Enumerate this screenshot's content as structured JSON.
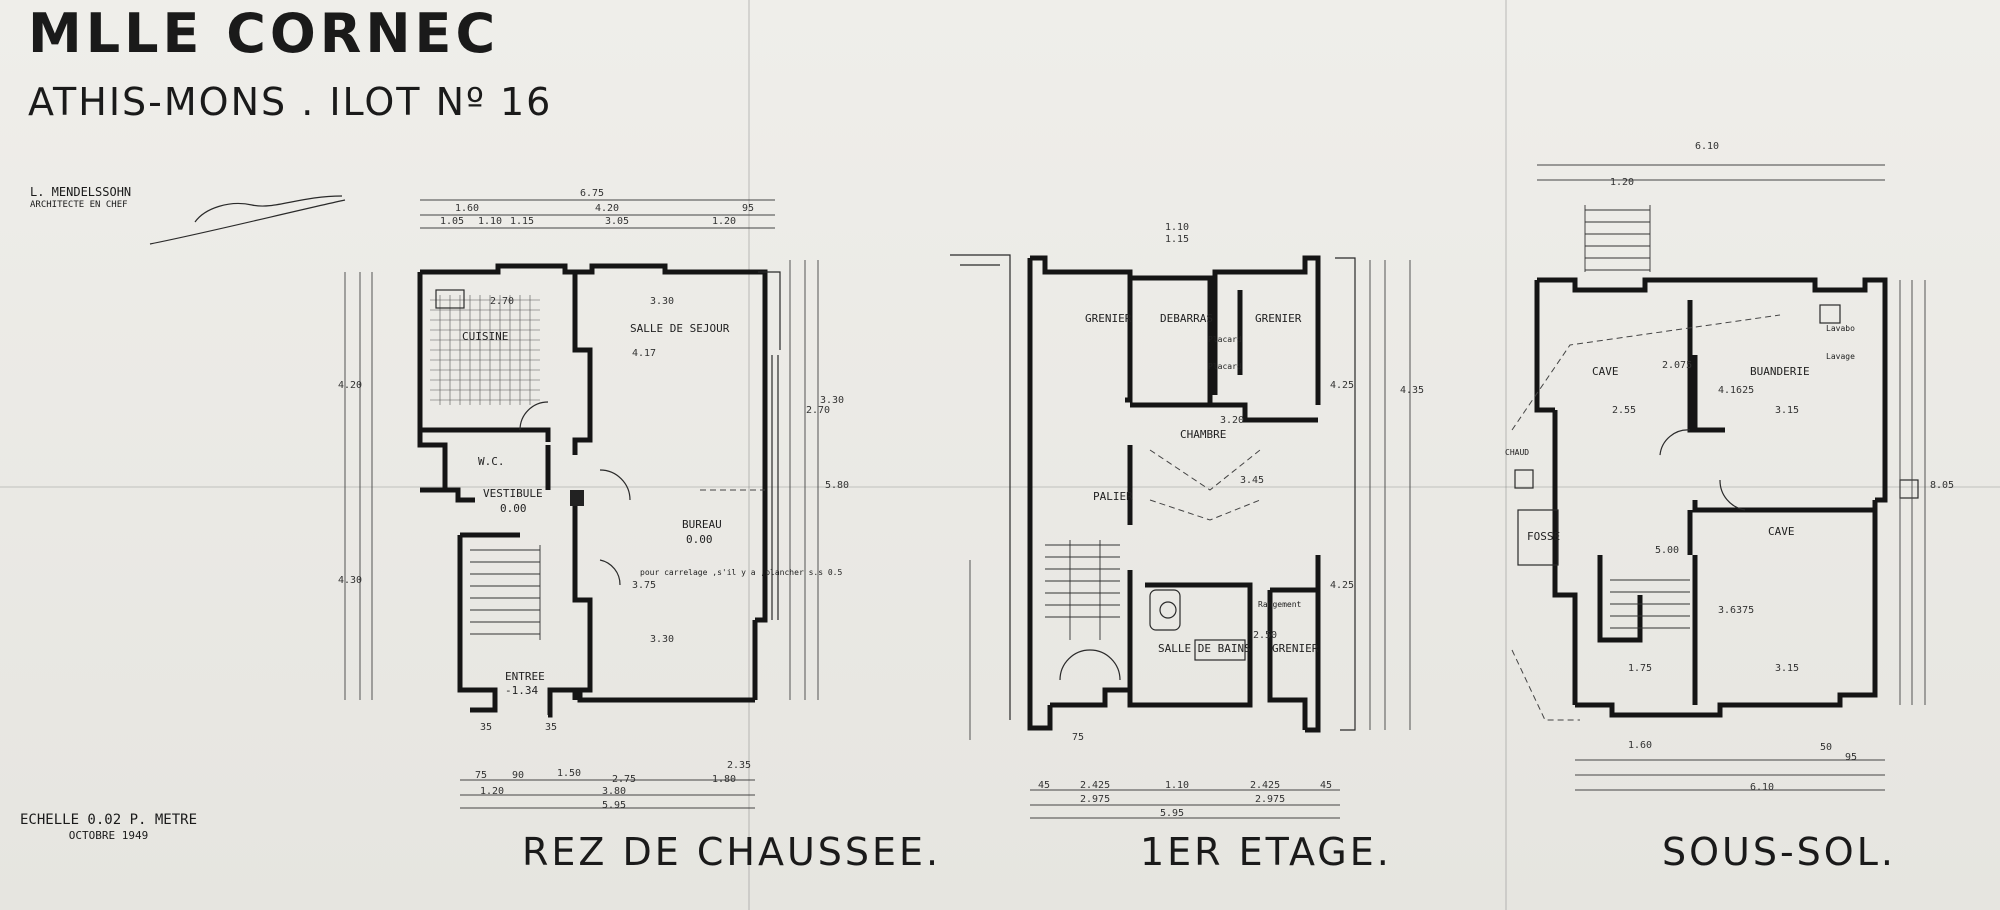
{
  "sheet": {
    "title": "MLLE CORNEC",
    "subtitle": "ATHIS-MONS . ILOT Nº 16",
    "architect_name": "L. MENDELSSOHN",
    "architect_role": "ARCHITECTE EN CHEF",
    "scale": "ECHELLE 0.02 P. METRE",
    "date": "OCTOBRE 1949"
  },
  "plans": {
    "ground": {
      "label": "REZ DE CHAUSSEE.",
      "rooms": {
        "cuisine": "CUISINE",
        "salle": "SALLE DE SEJOUR",
        "vestibule": "VESTIBULE",
        "vestibule_level": "0.00",
        "wc": "W.C.",
        "bureau": "BUREAU",
        "bureau_level": "0.00",
        "entree": "ENTREE",
        "entree_level": "-1.34",
        "note": "pour carrelage ,s'il y a ,plancher s.s 0.5"
      },
      "dims": {
        "total_top": "6.75",
        "top_left": "1.60",
        "top_mid": "4.20",
        "top_right": "95",
        "w1": "1.05",
        "w2": "1.10",
        "w3": "1.15",
        "w4": "3.05",
        "w5": "1.20",
        "d1": "2.70",
        "d2": "3.30",
        "d3": "4.17",
        "d4": "2.70",
        "d5": "3.30",
        "d6": "3.30",
        "d7": "3.75",
        "d8": "4.20",
        "d9": "4.30",
        "d10": "5.80",
        "bot1": "75",
        "bot2": "90",
        "bot3": "1.50",
        "bot4": "2.75",
        "bot5": "1.80",
        "bot6": "2.35",
        "bot7": "1.20",
        "bot8": "3.80",
        "bot9": "5.95",
        "b10": "35",
        "b11": "35"
      }
    },
    "first": {
      "label": "1ER ETAGE.",
      "rooms": {
        "grenier1": "GRENIER",
        "debarras": "DEBARRAS",
        "grenier2": "GRENIER",
        "chambre": "CHAMBRE",
        "palier": "PALIER",
        "bains": "SALLE DE BAINS",
        "grenier3": "GRENIER",
        "placard1": "Placard",
        "placard2": "Placard",
        "rangement": "Rangement"
      },
      "dims": {
        "top1": "1.10",
        "top2": "1.15",
        "d1": "3.20",
        "d2": "3.45",
        "d3": "4.25",
        "d4": "4.25",
        "d5": "4.35",
        "d6": "2.50",
        "bot1": "2.425",
        "bot2": "1.10",
        "bot3": "2.425",
        "bot4": "2.975",
        "bot5": "2.975",
        "bot6": "5.95",
        "b1": "45",
        "b2": "45",
        "b3": "75"
      }
    },
    "basement": {
      "label": "SOUS-SOL.",
      "rooms": {
        "cave1": "CAVE",
        "buanderie": "BUANDERIE",
        "cave2": "CAVE",
        "fosse": "FOSSE",
        "lavabo": "Lavabo",
        "lavage": "Lavage",
        "chaudiere": "CHAUD"
      },
      "dims": {
        "top_total": "6.10",
        "top1": "1.20",
        "d1": "2.55",
        "d2": "3.15",
        "d3": "2.075",
        "d4": "4.1625",
        "d5": "5.00",
        "d6": "3.6375",
        "d7": "1.75",
        "d8": "3.15",
        "d9": "1.60",
        "d10": "6.10",
        "d11": "8.05",
        "b1": "50",
        "b2": "95"
      }
    }
  }
}
